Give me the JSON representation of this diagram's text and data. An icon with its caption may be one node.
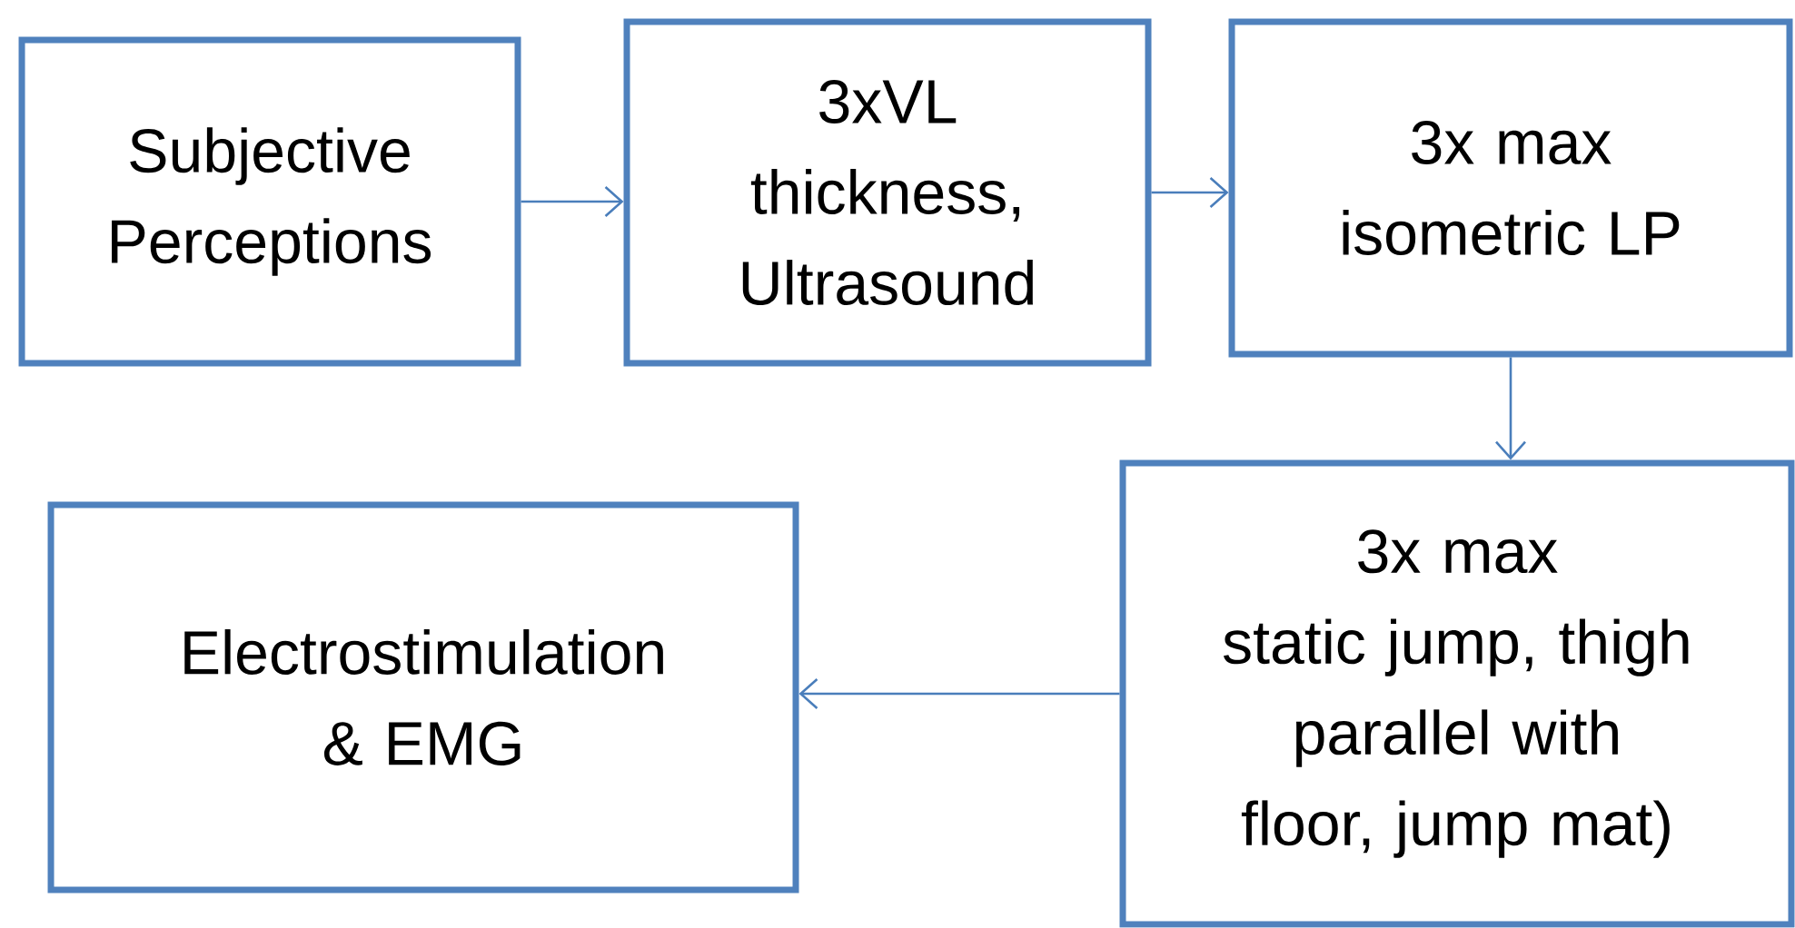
{
  "diagram": {
    "nodes": [
      {
        "text": [
          "Subjective Perceptions"
        ]
      },
      {
        "text": [
          "3xVL",
          "thickness, Ultrasound"
        ]
      },
      {
        "text": [
          "3x max",
          "isometric LP"
        ]
      },
      {
        "text": [
          "3x max",
          "static jump, thigh parallel with floor, jump mat)"
        ]
      },
      {
        "text": [
          "Electrostimulation & EMG"
        ]
      }
    ],
    "edges": [
      {
        "from": 0,
        "to": 1,
        "arrow": "to"
      },
      {
        "from": 1,
        "to": 2,
        "arrow": "to"
      },
      {
        "from": 2,
        "to": 3,
        "arrow": "to"
      },
      {
        "from": 3,
        "to": 4,
        "arrow": "to"
      }
    ]
  }
}
